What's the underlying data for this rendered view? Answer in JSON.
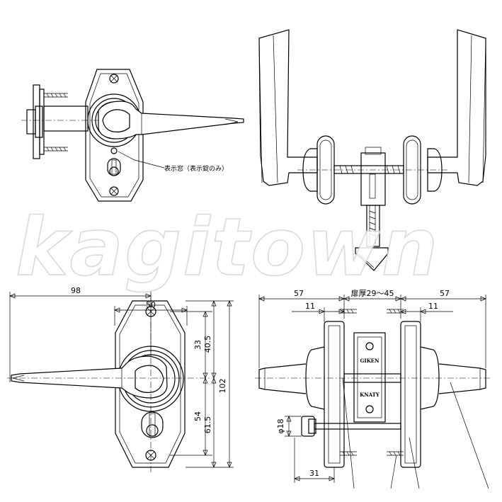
{
  "window_label": "表示窓（表示錠のみ）",
  "watermark": "kagitown",
  "plate_brands": [
    "GIKEN",
    "KNATY"
  ],
  "dimensions": {
    "overall_width": "98",
    "escutcheon_width": "50",
    "upper_to_center": "33",
    "upper_to_center_outer": "40.5",
    "lower_to_center": "54",
    "lower_to_center_outer": "61.5",
    "overall_height": "102",
    "left_projection": "57",
    "door_thickness": "扉厚29～45",
    "right_projection": "57",
    "left_rose_depth": "11",
    "right_rose_depth": "11",
    "knob_diameter": "φ18",
    "knob_offset": "31"
  }
}
